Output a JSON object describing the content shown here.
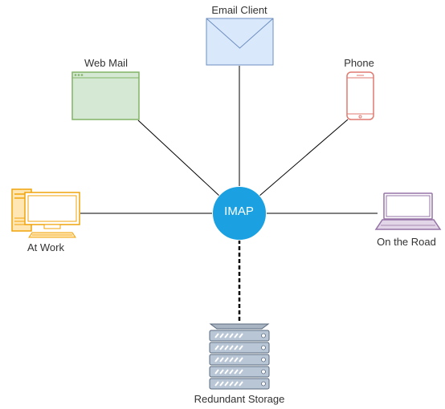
{
  "hub": {
    "label": "IMAP",
    "color": "#1ba1e2"
  },
  "clients": [
    {
      "id": "email",
      "label": "Email Client",
      "icon": "envelope-icon",
      "color": "#6c8ebf"
    },
    {
      "id": "web",
      "label": "Web Mail",
      "icon": "browser-window-icon",
      "color": "#82b366"
    },
    {
      "id": "phone",
      "label": "Phone",
      "icon": "smartphone-icon",
      "color": "#e07a70"
    },
    {
      "id": "work",
      "label": "At Work",
      "icon": "desktop-computer-icon",
      "color": "#f0a30a"
    },
    {
      "id": "road",
      "label": "On the Road",
      "icon": "laptop-icon",
      "color": "#9673a6"
    }
  ],
  "storage": {
    "label": "Redundant Storage",
    "icon": "server-rack-icon",
    "connection": "dashed"
  }
}
